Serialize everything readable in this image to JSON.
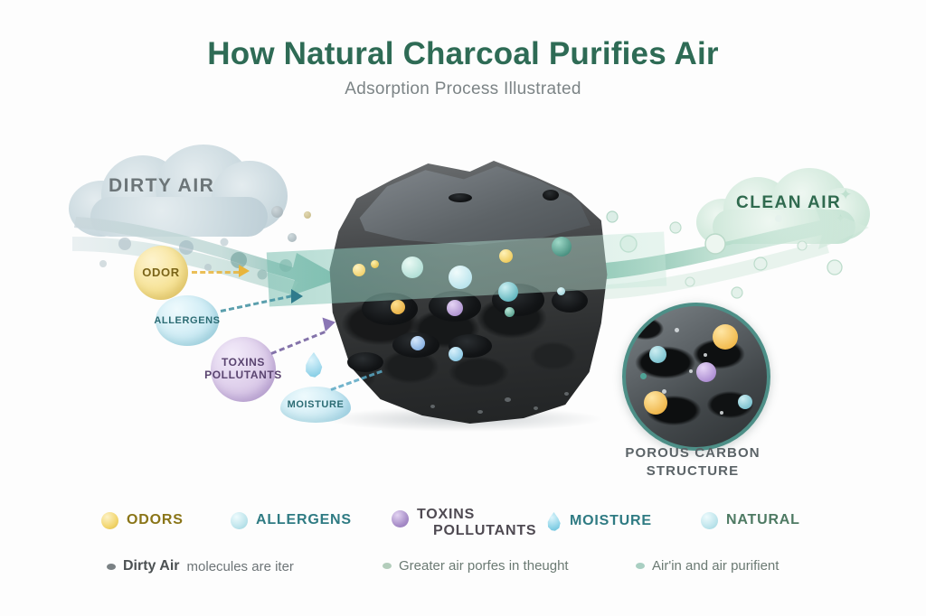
{
  "header": {
    "title": "How Natural Charcoal Purifies Air",
    "subtitle": "Adsorption Process Illustrated",
    "title_color": "#2e6b55",
    "subtitle_color": "#7c8486"
  },
  "diagram": {
    "dirty_air_label": "DIRTY AIR",
    "clean_air_label": "CLEAN AIR",
    "dirty_air_color": "#6c7578",
    "clean_air_color": "#2f6a4e",
    "inset_caption_line1": "POROUS CARBON",
    "inset_caption_line2": "STRUCTURE",
    "inset_ring_color": "#4d8f87",
    "sources": [
      {
        "label": "ODOR",
        "label_color": "#7a6418",
        "fill": "#f6dd8e",
        "arrow_color": "#e8b53c"
      },
      {
        "label": "ALLERGENS",
        "label_color": "#2b6b73",
        "fill": "#bfe3ee",
        "arrow_color": "#3f8fa0"
      },
      {
        "label": "TOXINS\nPOLLUTANTS",
        "label_color": "#5a4470",
        "fill": "#d5c4e4",
        "arrow_color": "#7d6aa6"
      },
      {
        "label": "MOISTURE",
        "label_color": "#2b6b73",
        "fill": "#bfe3ee",
        "arrow_color": "#5aa8c4"
      }
    ]
  },
  "legend": {
    "items": [
      {
        "label": "ODORS",
        "swatch": "sphere",
        "color": "#f2d66f",
        "text_color": "#8a7518"
      },
      {
        "label": "ALLERGENS",
        "swatch": "sphere",
        "color": "#bfe5ec",
        "text_color": "#2f7b83"
      },
      {
        "label": "TOXINS",
        "label2": "POLLUTANTS",
        "swatch": "sphere",
        "color": "#a98fc9",
        "text_color": "#4f4a52"
      },
      {
        "label": "MOISTURE",
        "swatch": "drop",
        "color": "#8fd4e8",
        "text_color": "#2f7b83"
      },
      {
        "label": "NATURAL",
        "swatch": "sphere",
        "color": "#bfe5ec",
        "text_color": "#4e7a63"
      }
    ]
  },
  "notes": {
    "items": [
      {
        "strong": "Dirty Air",
        "text": "molecules are iter",
        "dot_color": "#7a8184"
      },
      {
        "strong": "",
        "text": "Greater air porfes in theught",
        "dot_color": "#b3cdbb"
      },
      {
        "strong": "",
        "text": "Air'in and air purifient",
        "dot_color": "#a9cfc2"
      }
    ]
  }
}
